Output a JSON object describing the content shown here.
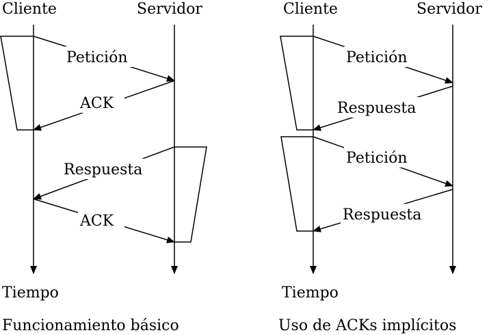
{
  "left_diagram": {
    "client_label": "Cliente",
    "server_label": "Servidor",
    "time_label": "Tiempo",
    "caption": "Funcionamiento básico",
    "msg_request": "Petición",
    "msg_ack_1": "ACK",
    "msg_response": "Respuesta",
    "msg_ack_2": "ACK"
  },
  "right_diagram": {
    "client_label": "Cliente",
    "server_label": "Servidor",
    "time_label": "Tiempo",
    "caption": "Uso de ACKs implícitos",
    "msg_request_1": "Petición",
    "msg_response_1": "Respuesta",
    "msg_request_2": "Petición",
    "msg_response_2": "Respuesta"
  }
}
